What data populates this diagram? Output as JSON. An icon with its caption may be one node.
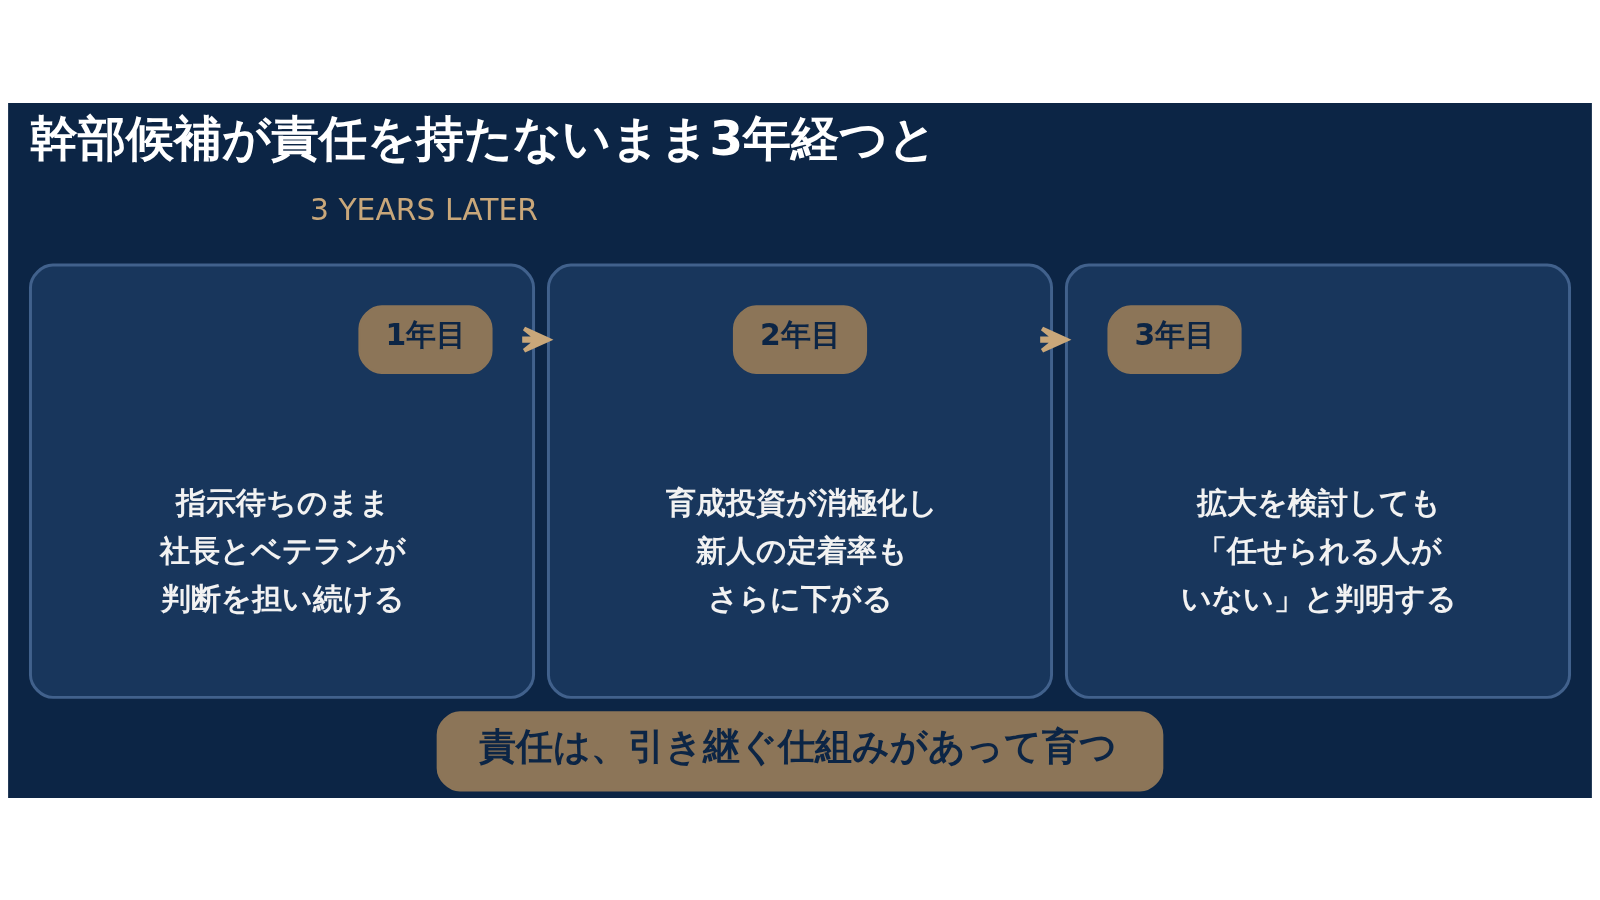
{
  "diagram": {
    "title": "幹部候補が責任を持たないまま3年経つと",
    "nodes": [
      {
        "text": [
          "指示待ちのまま社長とベテランが判断を担い続ける"
        ]
      },
      {
        "text": [
          "1年目"
        ],
        "in": 0
      },
      {
        "text": [
          "育成投資が消極化し新人の定着率もさらに下がる"
        ]
      },
      {
        "text": [
          "2年目"
        ],
        "in": 2
      },
      {
        "text": [
          "拡大を検討しても「任せられる人がいない」と判明する"
        ]
      },
      {
        "text": [
          "3年目"
        ],
        "in": 4
      },
      {
        "text": [
          "責任は、引き継ぐ仕組みがあって育つ"
        ]
      }
    ],
    "edges": [
      {
        "from": 0,
        "to": 2,
        "arrow": "to"
      },
      {
        "from": 2,
        "to": 4,
        "arrow": "to"
      }
    ],
    "labels": [
      "3 YEARS LATER"
    ]
  }
}
